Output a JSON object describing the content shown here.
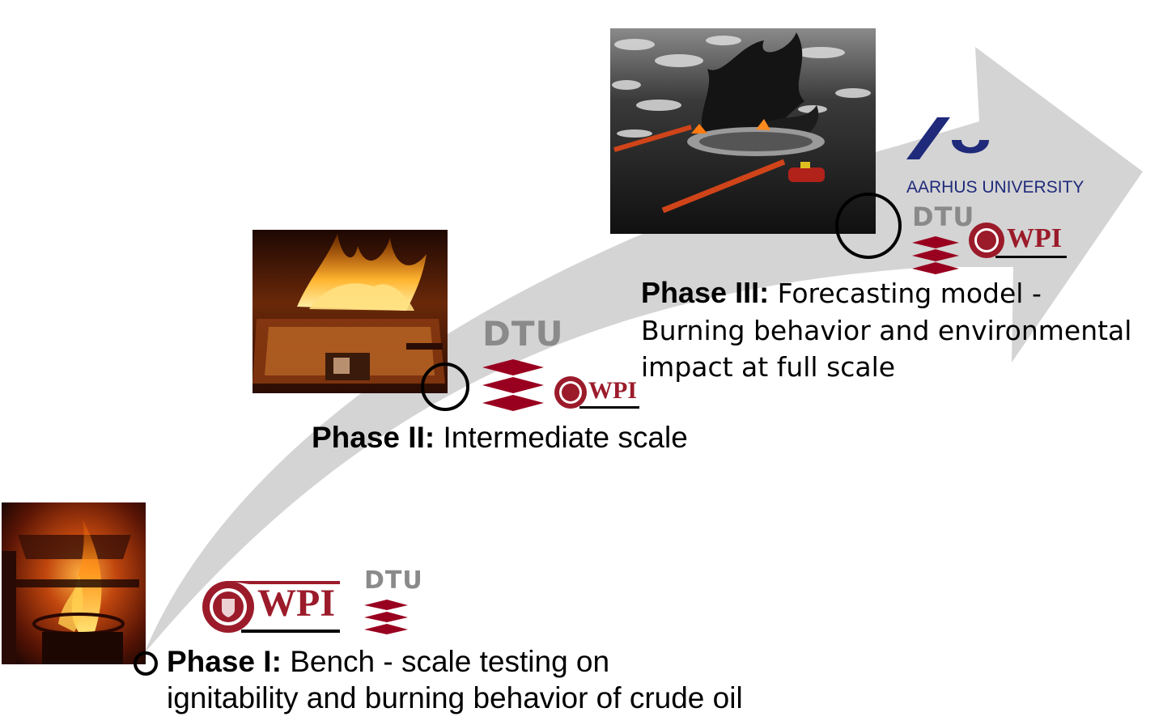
{
  "phases": [
    {
      "heading": "Phase I:",
      "line1": "Bench - scale testing on",
      "line2": "ignitability and burning behavior of crude oil"
    },
    {
      "heading": "Phase II:",
      "line1": "Intermediate scale"
    },
    {
      "heading": "Phase III:",
      "line1": "Forecasting model -",
      "line2": "Burning behavior and environmental",
      "line3": "impact at full scale"
    }
  ],
  "logos": {
    "dtu": "DTU",
    "wpi": "WPI",
    "aarhus": "AARHUS UNIVERSITY"
  },
  "colors": {
    "arrow": "#d4d4d4",
    "wpi_red": "#9b1b2a",
    "dtu_red": "#99001f",
    "dtu_gray": "#8a8a8a",
    "aarhus_blue": "#1f2a7a"
  }
}
